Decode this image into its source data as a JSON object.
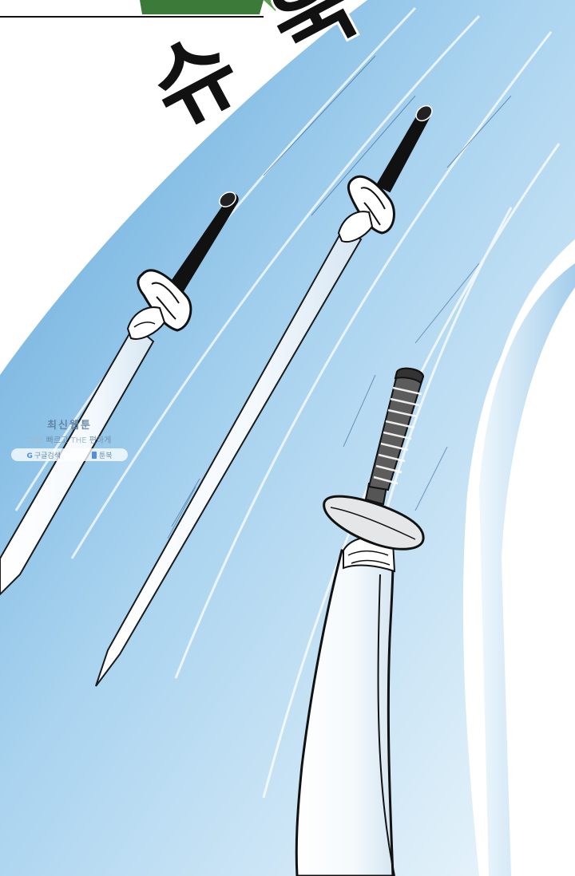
{
  "sound_effect": {
    "text": "슈욱"
  },
  "watermark": {
    "title": "최신웹툰",
    "tagline_prefix": "THE",
    "tagline_word1": "빠르고",
    "tagline_prefix2": "THE",
    "tagline_word2": "편하게",
    "search_label": "구글검색",
    "site_label": "툰북"
  },
  "colors": {
    "sky_blue": "#8fc3e8",
    "pale_blue": "#e6f3fb",
    "ink": "#111111",
    "top_strip_green": "#3c7a3a"
  }
}
